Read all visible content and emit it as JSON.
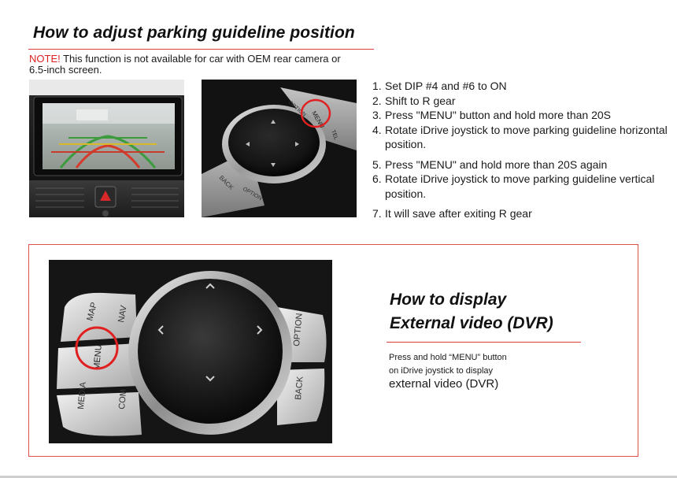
{
  "section1": {
    "title": "How to adjust parking guideline position",
    "note_label": "NOTE!",
    "note_text": " This function is not available for car with OEM rear camera or 6.5-inch screen."
  },
  "steps": [
    {
      "num": "1.",
      "text": "Set DIP #4 and #6 to ON"
    },
    {
      "num": "2.",
      "text": "Shift to R gear"
    },
    {
      "num": "3.",
      "text": "Press \"MENU\" button and hold more than 20S"
    },
    {
      "num": "4.",
      "text": "Rotate iDrive joystick to move parking guideline horizontal position."
    },
    {
      "num": "5.",
      "text": "Press \"MENU\" and hold more than 20S again"
    },
    {
      "num": "6.",
      "text": "Rotate iDrive joystick to move parking guideline vertical position."
    },
    {
      "num": "7.",
      "text": "It will save after exiting R gear"
    }
  ],
  "photo_knob_small": {
    "labels": {
      "option": "OPTION",
      "menu": "MENU",
      "tel": "TEL",
      "back": "BACK",
      "option2": "OPTION"
    }
  },
  "photo_knob_large": {
    "labels": {
      "map": "MAP",
      "nav": "NAV",
      "menu": "MENU",
      "media": "MEDIA",
      "com": "COM",
      "option": "OPTION",
      "back": "BACK"
    }
  },
  "section2": {
    "title_line1": "How to display",
    "title_line2": "External video (DVR)",
    "desc_line1": "Press and hold “MENU” button",
    "desc_line2": "on iDrive joystick to display",
    "desc_line3": "external video (DVR)"
  },
  "colors": {
    "accent_red": "#e02020",
    "rule_red": "#d9413c"
  }
}
